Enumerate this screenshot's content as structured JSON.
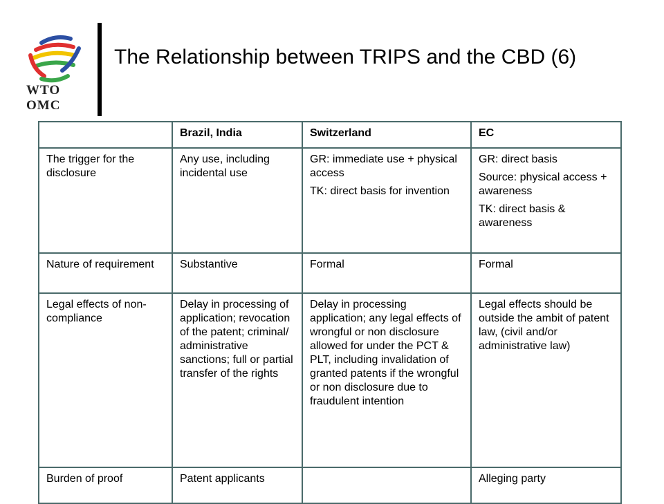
{
  "logo": {
    "text": "WTO OMC",
    "stripe_colors": [
      "#2c4fa3",
      "#e03030",
      "#f2c400",
      "#3aa64a"
    ]
  },
  "title": "The Relationship between TRIPS and the CBD (6)",
  "table": {
    "headers": [
      "",
      "Brazil, India",
      "Switzerland",
      "EC"
    ],
    "rows": [
      {
        "label": "The trigger for the disclosure",
        "cells": [
          [
            "Any use, including incidental use"
          ],
          [
            "GR: immediate use + physical access",
            "TK: direct basis for invention"
          ],
          [
            "GR: direct basis",
            "Source: physical access + awareness",
            "TK: direct basis & awareness"
          ]
        ]
      },
      {
        "label": "Nature of requirement",
        "cells": [
          [
            "Substantive"
          ],
          [
            "Formal"
          ],
          [
            "Formal"
          ]
        ]
      },
      {
        "label": "Legal effects of non-compliance",
        "cells": [
          [
            "Delay in processing of application; revocation of the patent; criminal/ administrative sanctions; full or partial transfer of the rights"
          ],
          [
            "Delay in processing application; any legal effects of wrongful or non disclosure allowed for under the PCT & PLT, including invalidation of granted patents if the wrongful or non disclosure due to fraudulent intention"
          ],
          [
            "Legal effects should be outside the ambit of patent law, (civil and/or administrative law)"
          ]
        ]
      },
      {
        "label": "Burden of proof",
        "cells": [
          [
            "Patent applicants"
          ],
          [
            ""
          ],
          [
            "Alleging party"
          ]
        ]
      }
    ]
  }
}
